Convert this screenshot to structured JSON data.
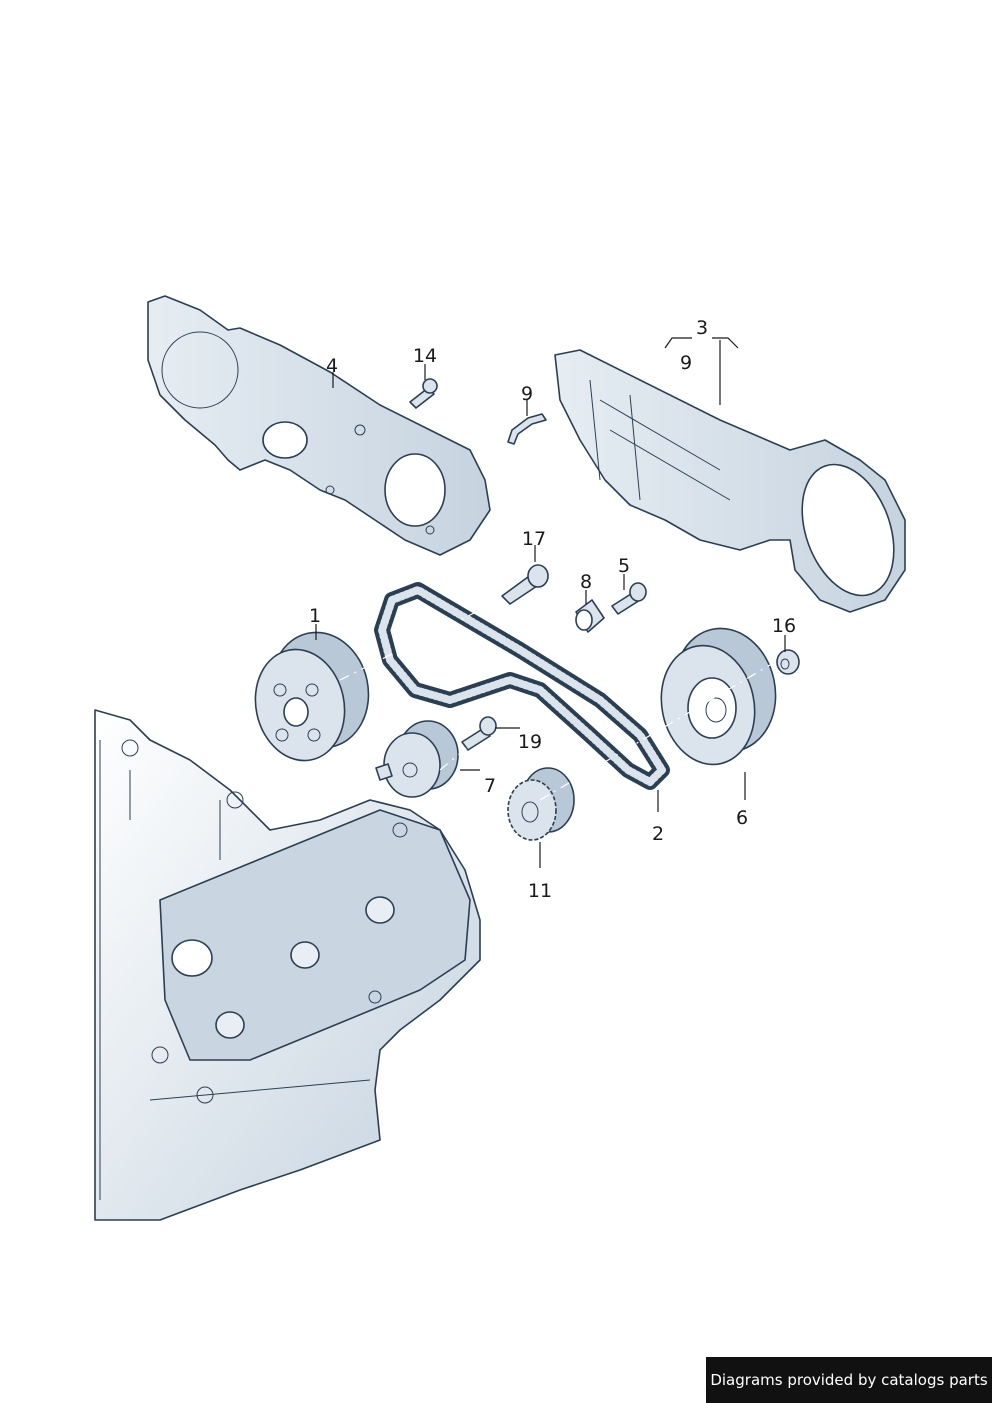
{
  "callouts": [
    {
      "id": "c1",
      "label": "1"
    },
    {
      "id": "c2",
      "label": "2"
    },
    {
      "id": "c3",
      "label": "3"
    },
    {
      "id": "c4",
      "label": "4"
    },
    {
      "id": "c5",
      "label": "5"
    },
    {
      "id": "c6",
      "label": "6"
    },
    {
      "id": "c7",
      "label": "7"
    },
    {
      "id": "c8",
      "label": "8"
    },
    {
      "id": "c9a",
      "label": "9"
    },
    {
      "id": "c9b",
      "label": "9"
    },
    {
      "id": "c11",
      "label": "11"
    },
    {
      "id": "c14",
      "label": "14"
    },
    {
      "id": "c16",
      "label": "16"
    },
    {
      "id": "c17",
      "label": "17"
    },
    {
      "id": "c19",
      "label": "19"
    }
  ],
  "footer": {
    "text": "Diagrams provided by catalogs parts"
  },
  "colors": {
    "part_fill": "#dbe4ec",
    "part_shade": "#b9c8d6",
    "outline": "#2b3f52",
    "footer_bg": "#111111"
  }
}
